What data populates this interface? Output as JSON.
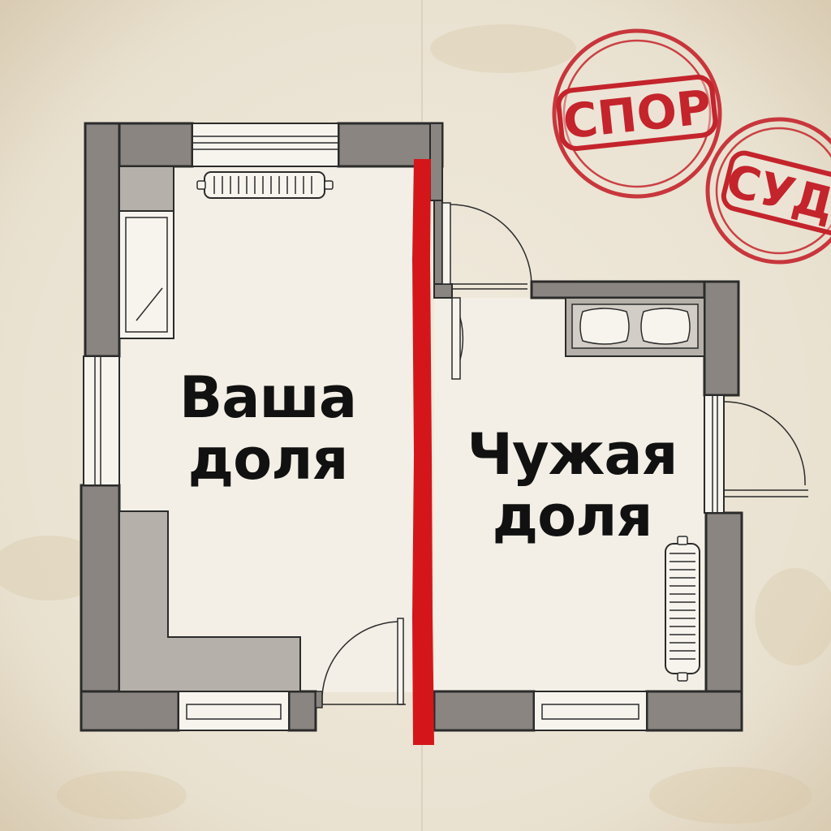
{
  "rooms": {
    "left": {
      "line1": "Ваша",
      "line2": "доля"
    },
    "right": {
      "line1": "Чужая",
      "line2": "доля"
    }
  },
  "stamps": {
    "first": {
      "text": "СПОР"
    },
    "second": {
      "text": "СУД"
    }
  },
  "colors": {
    "paper": "#ece5d6",
    "wall": "#8a8580",
    "wall_outline": "#2b2b2b",
    "dividing_line": "#d4161b",
    "stamp": "#c4242c",
    "label_text": "#111111"
  }
}
